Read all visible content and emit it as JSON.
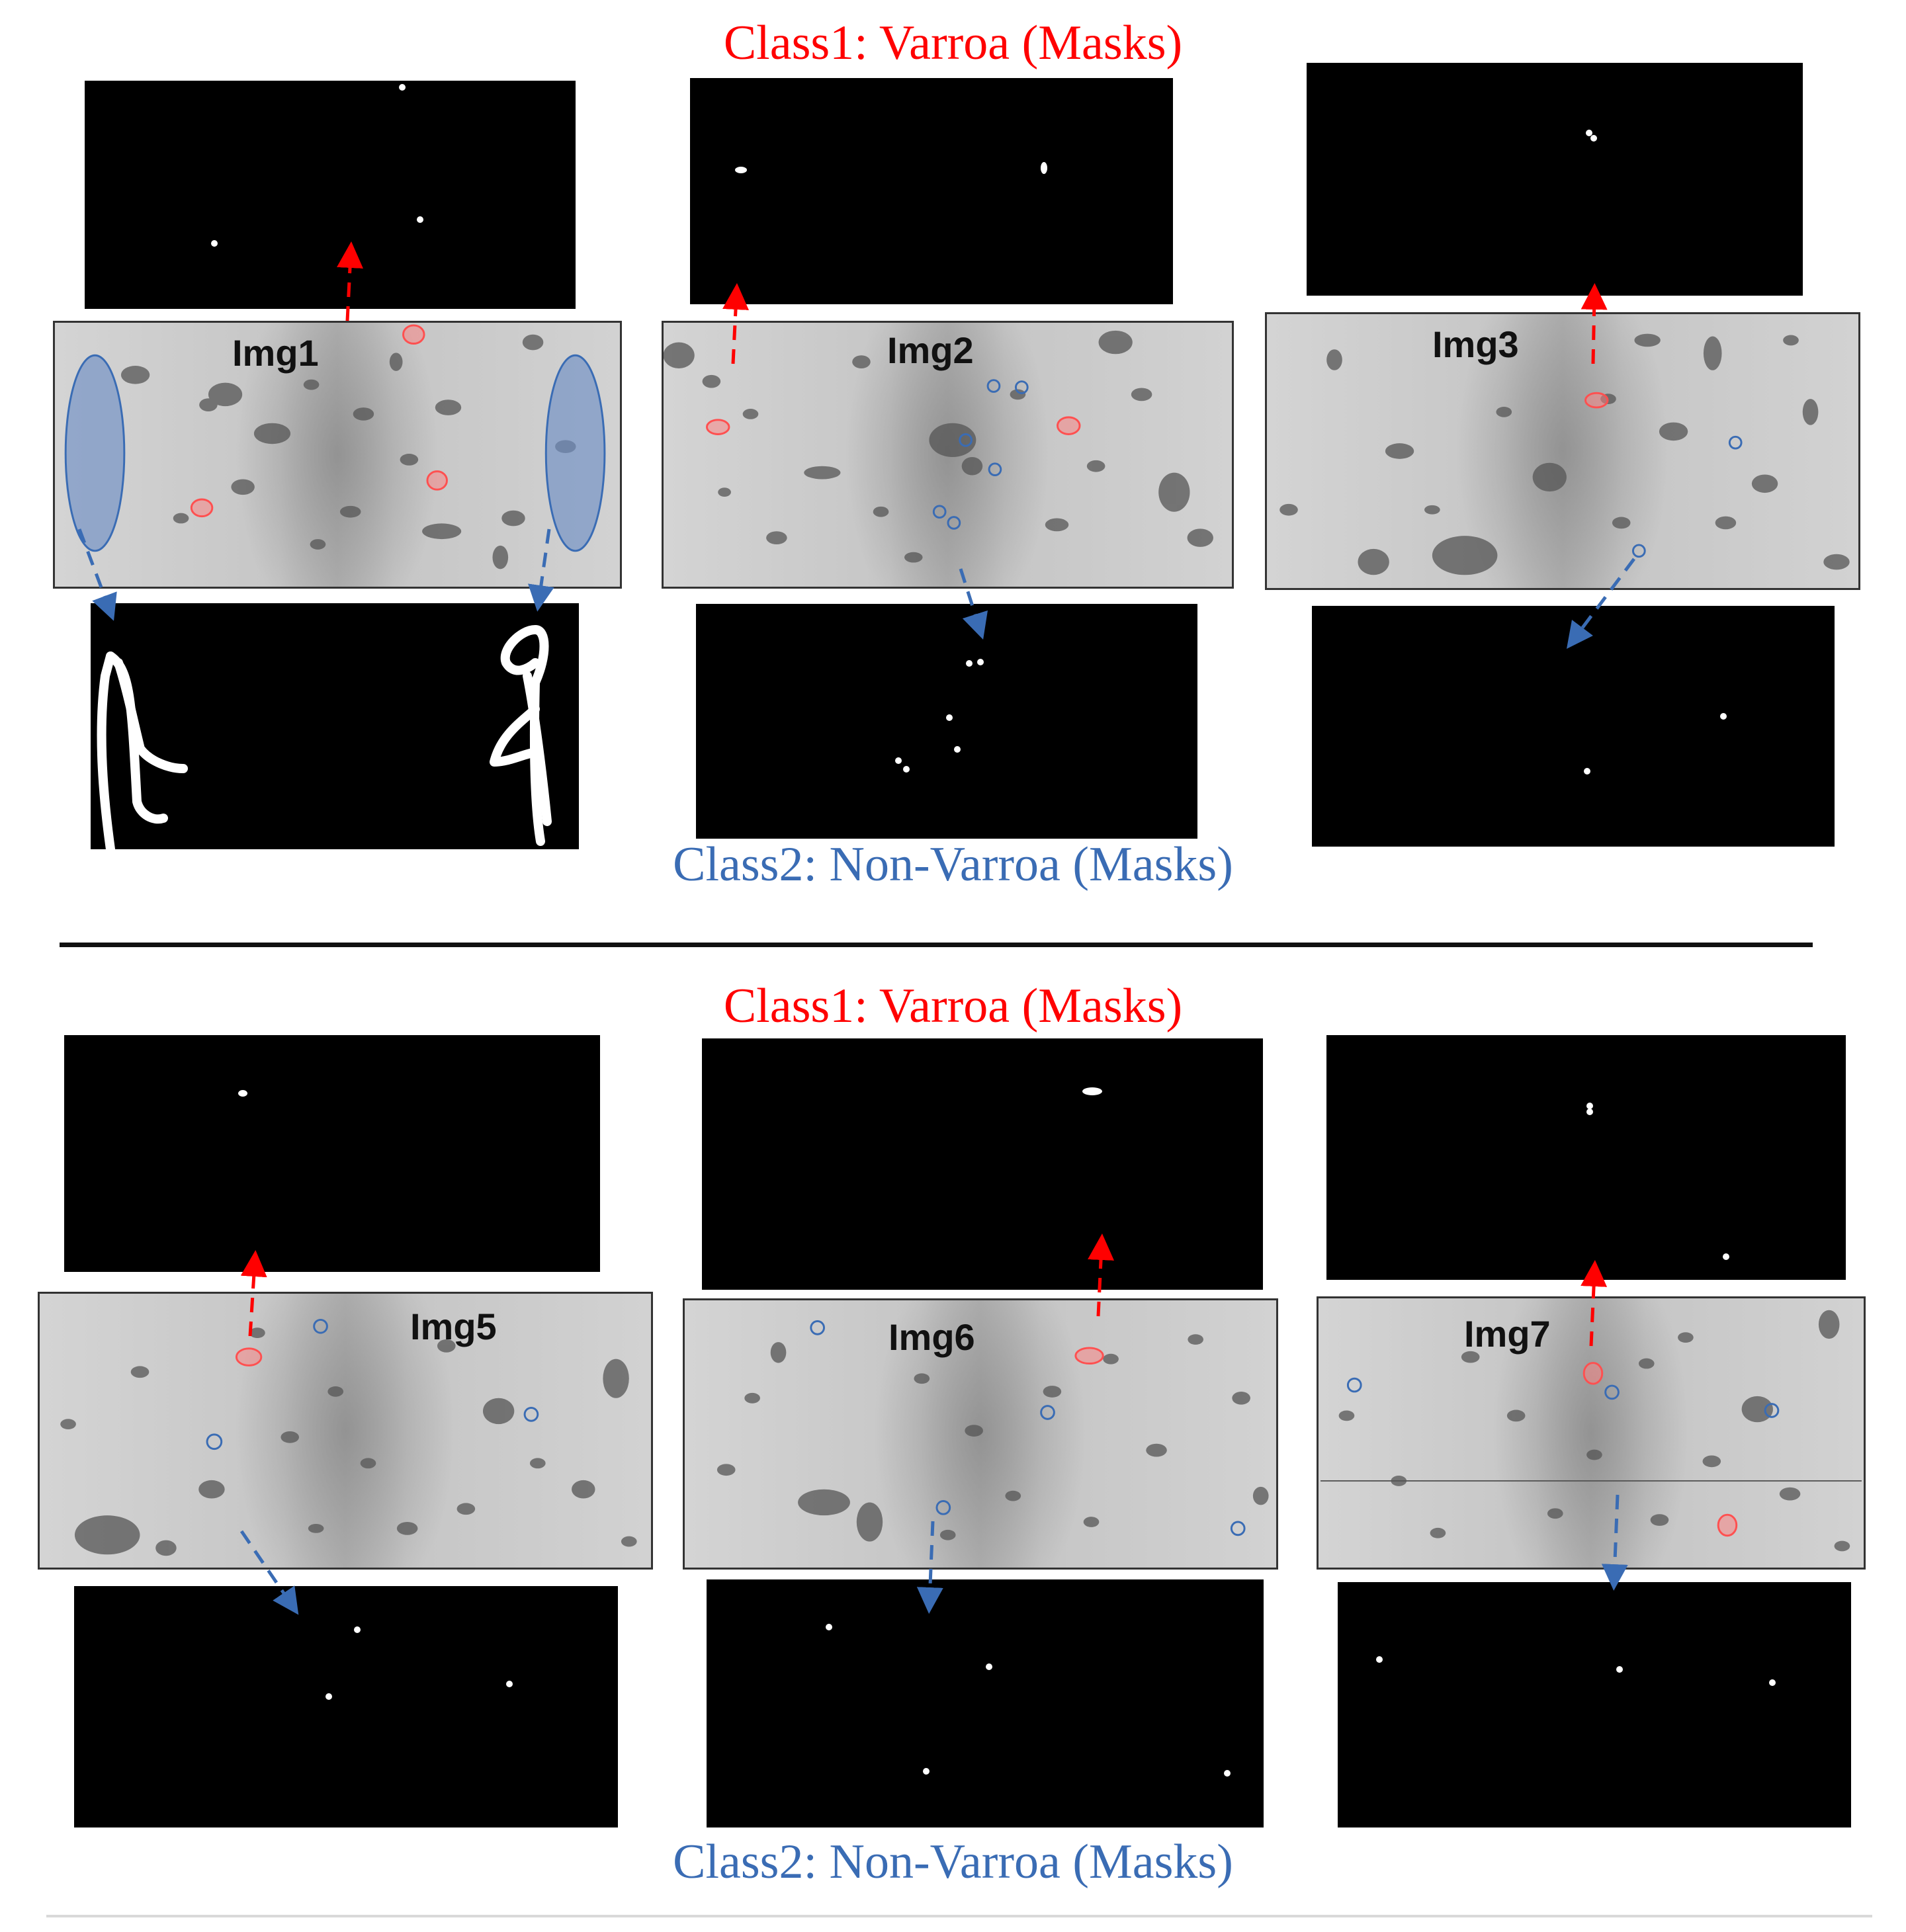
{
  "sections": [
    {
      "class1_caption": "Class1: Varroa (Masks)",
      "class2_caption": "Class2: Non-Varroa (Masks)",
      "images": [
        {
          "label": "Img1"
        },
        {
          "label": "Img2"
        },
        {
          "label": "Img3"
        }
      ]
    },
    {
      "class1_caption": "Class1: Varroa (Masks)",
      "class2_caption": "Class2: Non-Varroa (Masks)",
      "images": [
        {
          "label": "Img5"
        },
        {
          "label": "Img6"
        },
        {
          "label": "Img7"
        }
      ]
    }
  ],
  "colors": {
    "varroa": "#ff0000",
    "non_varroa": "#3a6cb4",
    "mask_background": "#000000",
    "mask_foreground": "#ffffff"
  }
}
